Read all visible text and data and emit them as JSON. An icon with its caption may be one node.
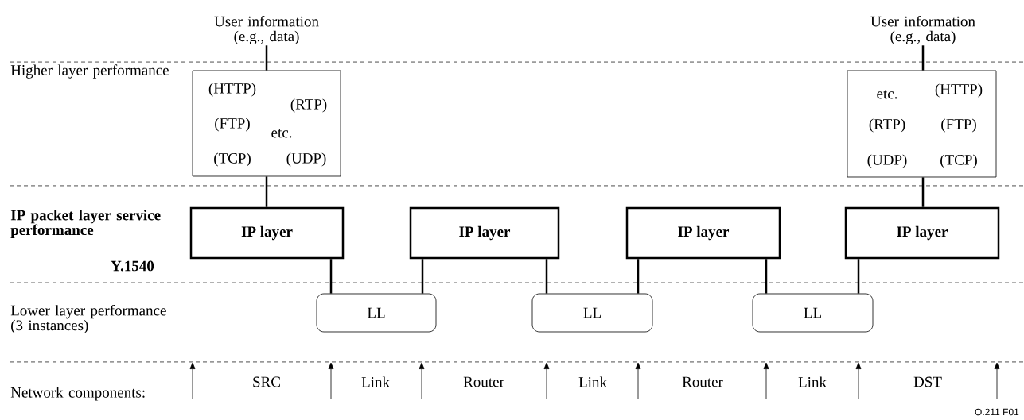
{
  "diagram": {
    "nodes": [
      {
        "text": [
          "User information (e.g., data)"
        ]
      },
      {
        "text": [
          "User information (e.g., data)"
        ]
      },
      {
        "text": [
          "(HTTP)",
          "(RTP)",
          "(FTP)",
          "etc.",
          "(TCP)",
          "(UDP)"
        ]
      },
      {
        "text": [
          "etc.",
          "(HTTP)",
          "(RTP)",
          "(FTP)",
          "(UDP)",
          "(TCP)"
        ]
      },
      {
        "text": [
          "IP layer"
        ]
      },
      {
        "text": [
          "IP layer"
        ]
      },
      {
        "text": [
          "IP layer"
        ]
      },
      {
        "text": [
          "IP layer"
        ]
      },
      {
        "text": [
          "LL"
        ]
      },
      {
        "text": [
          "LL"
        ]
      },
      {
        "text": [
          "LL"
        ]
      }
    ],
    "edges": [
      {
        "from": 0,
        "to": 2,
        "arrow": "none"
      },
      {
        "from": 1,
        "to": 3,
        "arrow": "none"
      },
      {
        "from": 2,
        "to": 4,
        "arrow": "none"
      },
      {
        "from": 3,
        "to": 7,
        "arrow": "none"
      },
      {
        "from": 4,
        "to": 8,
        "arrow": "none"
      },
      {
        "from": 5,
        "to": 8,
        "arrow": "none"
      },
      {
        "from": 5,
        "to": 9,
        "arrow": "none"
      },
      {
        "from": 6,
        "to": 9,
        "arrow": "none"
      },
      {
        "from": 6,
        "to": 10,
        "arrow": "none"
      },
      {
        "from": 7,
        "to": 10,
        "arrow": "none"
      }
    ],
    "labels": [
      "Higher layer performance",
      "IP packet layer service performance",
      "Y.1540",
      "Lower layer performance (3 instances)",
      "Network components:",
      "SRC",
      "Link",
      "Router",
      "Link",
      "Router",
      "Link",
      "DST",
      "O.211  F01"
    ]
  }
}
